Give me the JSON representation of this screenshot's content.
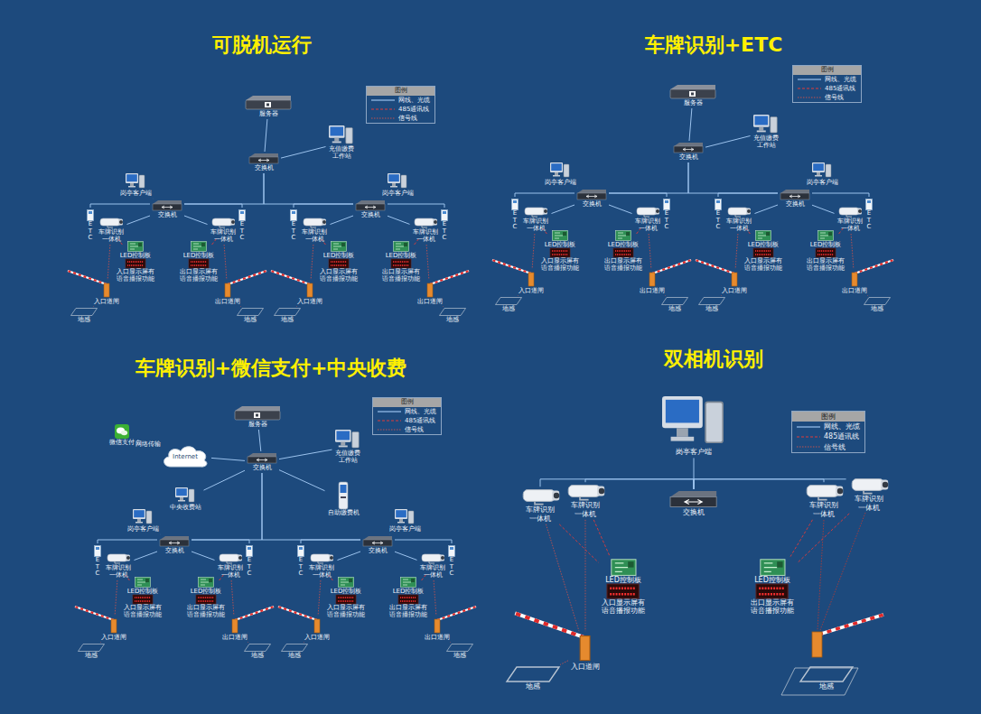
{
  "diagram": {
    "nodes": [
      {
        "text": [
          "服务器"
        ]
      },
      {
        "text": [
          "交换机"
        ]
      },
      {
        "text": [
          "充值缴费工作站"
        ]
      },
      {
        "text": [
          "岗亭客户端"
        ]
      },
      {
        "text": [
          "岗亭客户端"
        ]
      },
      {
        "text": [
          "交换机"
        ]
      },
      {
        "text": [
          "交换机"
        ]
      },
      {
        "text": [
          "ETC"
        ]
      },
      {
        "text": [
          "车牌识别一体机"
        ]
      },
      {
        "text": [
          "LED控制板",
          "入口显示屏有语音播报功能"
        ]
      },
      {
        "text": [
          "入口道闸"
        ]
      },
      {
        "text": [
          "地感"
        ]
      },
      {
        "text": [
          "ETC"
        ]
      },
      {
        "text": [
          "车牌识别一体机"
        ]
      },
      {
        "text": [
          "LED控制板",
          "出口显示屏有语音播报功能"
        ]
      },
      {
        "text": [
          "出口道闸"
        ]
      },
      {
        "text": [
          "地感"
        ]
      },
      {
        "text": [
          "ETC"
        ]
      },
      {
        "text": [
          "车牌识别一体机"
        ]
      },
      {
        "text": [
          "LED控制板",
          "入口显示屏有语音播报功能"
        ]
      },
      {
        "text": [
          "入口道闸"
        ]
      },
      {
        "text": [
          "地感"
        ]
      },
      {
        "text": [
          "ETC"
        ]
      },
      {
        "text": [
          "车牌识别一体机"
        ]
      },
      {
        "text": [
          "LED控制板",
          "出口显示屏有语音播报功能"
        ]
      },
      {
        "text": [
          "出口道闸"
        ]
      },
      {
        "text": [
          "地感"
        ]
      },
      {
        "text": [
          "服务器"
        ]
      },
      {
        "text": [
          "交换机"
        ]
      },
      {
        "text": [
          "充值缴费工作站"
        ]
      },
      {
        "text": [
          "岗亭客户端"
        ]
      },
      {
        "text": [
          "岗亭客户端"
        ]
      },
      {
        "text": [
          "交换机"
        ]
      },
      {
        "text": [
          "交换机"
        ]
      },
      {
        "text": [
          "ETC"
        ]
      },
      {
        "text": [
          "车牌识别一体机"
        ]
      },
      {
        "text": [
          "LED控制板",
          "入口显示屏有语音播报功能"
        ]
      },
      {
        "text": [
          "入口道闸"
        ]
      },
      {
        "text": [
          "地感"
        ]
      },
      {
        "text": [
          "ETC"
        ]
      },
      {
        "text": [
          "车牌识别一体机"
        ]
      },
      {
        "text": [
          "LED控制板",
          "出口显示屏有语音播报功能"
        ]
      },
      {
        "text": [
          "出口道闸"
        ]
      },
      {
        "text": [
          "地感"
        ]
      },
      {
        "text": [
          "ETC"
        ]
      },
      {
        "text": [
          "车牌识别一体机"
        ]
      },
      {
        "text": [
          "LED控制板",
          "入口显示屏有语音播报功能"
        ]
      },
      {
        "text": [
          "入口道闸"
        ]
      },
      {
        "text": [
          "地感"
        ]
      },
      {
        "text": [
          "ETC"
        ]
      },
      {
        "text": [
          "车牌识别一体机"
        ]
      },
      {
        "text": [
          "LED控制板",
          "出口显示屏有语音播报功能"
        ]
      },
      {
        "text": [
          "出口道闸"
        ]
      },
      {
        "text": [
          "地感"
        ]
      },
      {
        "text": [
          "服务器"
        ]
      },
      {
        "text": [
          "交换机"
        ]
      },
      {
        "text": [
          "充值缴费工作站"
        ]
      },
      {
        "text": [
          "微信支付"
        ]
      },
      {
        "text": [
          "Internet"
        ]
      },
      {
        "text": [
          "中央收费站"
        ]
      },
      {
        "text": [
          "自助缴费机"
        ]
      },
      {
        "text": [
          "岗亭客户端"
        ]
      },
      {
        "text": [
          "岗亭客户端"
        ]
      },
      {
        "text": [
          "交换机"
        ]
      },
      {
        "text": [
          "交换机"
        ]
      },
      {
        "text": [
          "ETC"
        ]
      },
      {
        "text": [
          "车牌识别一体机"
        ]
      },
      {
        "text": [
          "LED控制板",
          "入口显示屏有语音播报功能"
        ]
      },
      {
        "text": [
          "入口道闸"
        ]
      },
      {
        "text": [
          "地感"
        ]
      },
      {
        "text": [
          "ETC"
        ]
      },
      {
        "text": [
          "车牌识别一体机"
        ]
      },
      {
        "text": [
          "LED控制板",
          "出口显示屏有语音播报功能"
        ]
      },
      {
        "text": [
          "出口道闸"
        ]
      },
      {
        "text": [
          "地感"
        ]
      },
      {
        "text": [
          "ETC"
        ]
      },
      {
        "text": [
          "车牌识别一体机"
        ]
      },
      {
        "text": [
          "LED控制板",
          "入口显示屏有语音播报功能"
        ]
      },
      {
        "text": [
          "入口道闸"
        ]
      },
      {
        "text": [
          "地感"
        ]
      },
      {
        "text": [
          "ETC"
        ]
      },
      {
        "text": [
          "车牌识别一体机"
        ]
      },
      {
        "text": [
          "LED控制板",
          "出口显示屏有语音播报功能"
        ]
      },
      {
        "text": [
          "出口道闸"
        ]
      },
      {
        "text": [
          "地感"
        ]
      },
      {
        "text": [
          "岗亭客户端"
        ]
      },
      {
        "text": [
          "交换机"
        ]
      },
      {
        "text": [
          "车牌识别一体机"
        ]
      },
      {
        "text": [
          "车牌识别一体机"
        ]
      },
      {
        "text": [
          "车牌识别一体机"
        ]
      },
      {
        "text": [
          "车牌识别一体机"
        ]
      },
      {
        "text": [
          "LED控制板",
          "入口显示屏有语音播报功能"
        ]
      },
      {
        "text": [
          "LED控制板",
          "出口显示屏有语音播报功能"
        ]
      },
      {
        "text": [
          "入口道闸"
        ]
      },
      {
        "text": [
          "地感"
        ]
      },
      {
        "text": [
          "地感"
        ]
      }
    ],
    "edges": [
      {
        "from": 0,
        "to": 1,
        "arrow": "none"
      },
      {
        "from": 1,
        "to": 2,
        "arrow": "none"
      },
      {
        "from": 1,
        "to": 5,
        "arrow": "none"
      },
      {
        "from": 1,
        "to": 6,
        "arrow": "none"
      },
      {
        "from": 5,
        "to": 3,
        "arrow": "none"
      },
      {
        "from": 6,
        "to": 4,
        "arrow": "none"
      },
      {
        "from": 5,
        "to": 7,
        "arrow": "none"
      },
      {
        "from": 5,
        "to": 8,
        "arrow": "none"
      },
      {
        "from": 8,
        "to": 9,
        "arrow": "none"
      },
      {
        "from": 8,
        "to": 10,
        "arrow": "none"
      },
      {
        "from": 10,
        "to": 11,
        "arrow": "none"
      },
      {
        "from": 5,
        "to": 12,
        "arrow": "none"
      },
      {
        "from": 5,
        "to": 13,
        "arrow": "none"
      },
      {
        "from": 13,
        "to": 14,
        "arrow": "none"
      },
      {
        "from": 13,
        "to": 15,
        "arrow": "none"
      },
      {
        "from": 15,
        "to": 16,
        "arrow": "none"
      },
      {
        "from": 6,
        "to": 17,
        "arrow": "none"
      },
      {
        "from": 6,
        "to": 18,
        "arrow": "none"
      },
      {
        "from": 18,
        "to": 19,
        "arrow": "none"
      },
      {
        "from": 18,
        "to": 20,
        "arrow": "none"
      },
      {
        "from": 20,
        "to": 21,
        "arrow": "none"
      },
      {
        "from": 6,
        "to": 22,
        "arrow": "none"
      },
      {
        "from": 6,
        "to": 23,
        "arrow": "none"
      },
      {
        "from": 23,
        "to": 24,
        "arrow": "none"
      },
      {
        "from": 23,
        "to": 25,
        "arrow": "none"
      },
      {
        "from": 25,
        "to": 26,
        "arrow": "none"
      },
      {
        "from": 27,
        "to": 28,
        "arrow": "none"
      },
      {
        "from": 28,
        "to": 29,
        "arrow": "none"
      },
      {
        "from": 28,
        "to": 32,
        "arrow": "none"
      },
      {
        "from": 28,
        "to": 33,
        "arrow": "none"
      },
      {
        "from": 32,
        "to": 30,
        "arrow": "none"
      },
      {
        "from": 33,
        "to": 31,
        "arrow": "none"
      },
      {
        "from": 32,
        "to": 34,
        "arrow": "none"
      },
      {
        "from": 32,
        "to": 35,
        "arrow": "none"
      },
      {
        "from": 35,
        "to": 36,
        "arrow": "none"
      },
      {
        "from": 35,
        "to": 37,
        "arrow": "none"
      },
      {
        "from": 37,
        "to": 38,
        "arrow": "none"
      },
      {
        "from": 32,
        "to": 39,
        "arrow": "none"
      },
      {
        "from": 32,
        "to": 40,
        "arrow": "none"
      },
      {
        "from": 40,
        "to": 41,
        "arrow": "none"
      },
      {
        "from": 40,
        "to": 42,
        "arrow": "none"
      },
      {
        "from": 42,
        "to": 43,
        "arrow": "none"
      },
      {
        "from": 33,
        "to": 44,
        "arrow": "none"
      },
      {
        "from": 33,
        "to": 45,
        "arrow": "none"
      },
      {
        "from": 45,
        "to": 46,
        "arrow": "none"
      },
      {
        "from": 45,
        "to": 47,
        "arrow": "none"
      },
      {
        "from": 47,
        "to": 48,
        "arrow": "none"
      },
      {
        "from": 33,
        "to": 49,
        "arrow": "none"
      },
      {
        "from": 33,
        "to": 50,
        "arrow": "none"
      },
      {
        "from": 50,
        "to": 51,
        "arrow": "none"
      },
      {
        "from": 50,
        "to": 52,
        "arrow": "none"
      },
      {
        "from": 52,
        "to": 53,
        "arrow": "none"
      },
      {
        "from": 54,
        "to": 55,
        "arrow": "none"
      },
      {
        "from": 55,
        "to": 56,
        "arrow": "none"
      },
      {
        "from": 55,
        "to": 58,
        "arrow": "none"
      },
      {
        "from": 57,
        "to": 58,
        "label": "网络传输",
        "arrow": "none"
      },
      {
        "from": 55,
        "to": 59,
        "arrow": "none"
      },
      {
        "from": 55,
        "to": 60,
        "arrow": "none"
      },
      {
        "from": 55,
        "to": 63,
        "arrow": "none"
      },
      {
        "from": 55,
        "to": 64,
        "arrow": "none"
      },
      {
        "from": 63,
        "to": 61,
        "arrow": "none"
      },
      {
        "from": 64,
        "to": 62,
        "arrow": "none"
      },
      {
        "from": 63,
        "to": 65,
        "arrow": "none"
      },
      {
        "from": 63,
        "to": 66,
        "arrow": "none"
      },
      {
        "from": 66,
        "to": 67,
        "arrow": "none"
      },
      {
        "from": 66,
        "to": 68,
        "arrow": "none"
      },
      {
        "from": 68,
        "to": 69,
        "arrow": "none"
      },
      {
        "from": 63,
        "to": 70,
        "arrow": "none"
      },
      {
        "from": 63,
        "to": 71,
        "arrow": "none"
      },
      {
        "from": 71,
        "to": 72,
        "arrow": "none"
      },
      {
        "from": 71,
        "to": 73,
        "arrow": "none"
      },
      {
        "from": 73,
        "to": 74,
        "arrow": "none"
      },
      {
        "from": 64,
        "to": 75,
        "arrow": "none"
      },
      {
        "from": 64,
        "to": 76,
        "arrow": "none"
      },
      {
        "from": 76,
        "to": 77,
        "arrow": "none"
      },
      {
        "from": 76,
        "to": 78,
        "arrow": "none"
      },
      {
        "from": 78,
        "to": 79,
        "arrow": "none"
      },
      {
        "from": 64,
        "to": 80,
        "arrow": "none"
      },
      {
        "from": 64,
        "to": 81,
        "arrow": "none"
      },
      {
        "from": 81,
        "to": 82,
        "arrow": "none"
      },
      {
        "from": 81,
        "to": 83,
        "arrow": "none"
      },
      {
        "from": 83,
        "to": 84,
        "arrow": "none"
      },
      {
        "from": 85,
        "to": 86,
        "arrow": "none"
      },
      {
        "from": 86,
        "to": 87,
        "arrow": "none"
      },
      {
        "from": 86,
        "to": 88,
        "arrow": "none"
      },
      {
        "from": 86,
        "to": 89,
        "arrow": "none"
      },
      {
        "from": 86,
        "to": 90,
        "arrow": "none"
      },
      {
        "from": 87,
        "to": 91,
        "arrow": "none"
      },
      {
        "from": 88,
        "to": 91,
        "arrow": "none"
      },
      {
        "from": 89,
        "to": 92,
        "arrow": "none"
      },
      {
        "from": 90,
        "to": 92,
        "arrow": "none"
      },
      {
        "from": 87,
        "to": 93,
        "arrow": "none"
      },
      {
        "from": 88,
        "to": 93,
        "arrow": "none"
      },
      {
        "from": 93,
        "to": 94,
        "arrow": "none"
      }
    ],
    "labels": [
      "可脱机运行",
      "车牌识别+ETC",
      "车牌识别+微信支付+中央收费",
      "双相机识别",
      "图例",
      "图例",
      "图例",
      "图例"
    ],
    "legend": [
      {
        "text": "网线、光缆"
      },
      {
        "text": "485通讯线"
      },
      {
        "text": "信号线"
      },
      {
        "text": "网线、光缆"
      },
      {
        "text": "485通讯线"
      },
      {
        "text": "信号线"
      },
      {
        "text": "网线、光缆"
      },
      {
        "text": "485通讯线"
      },
      {
        "text": "信号线"
      },
      {
        "text": "网线、光缆"
      },
      {
        "text": "485通讯线"
      },
      {
        "text": "信号线"
      }
    ]
  }
}
